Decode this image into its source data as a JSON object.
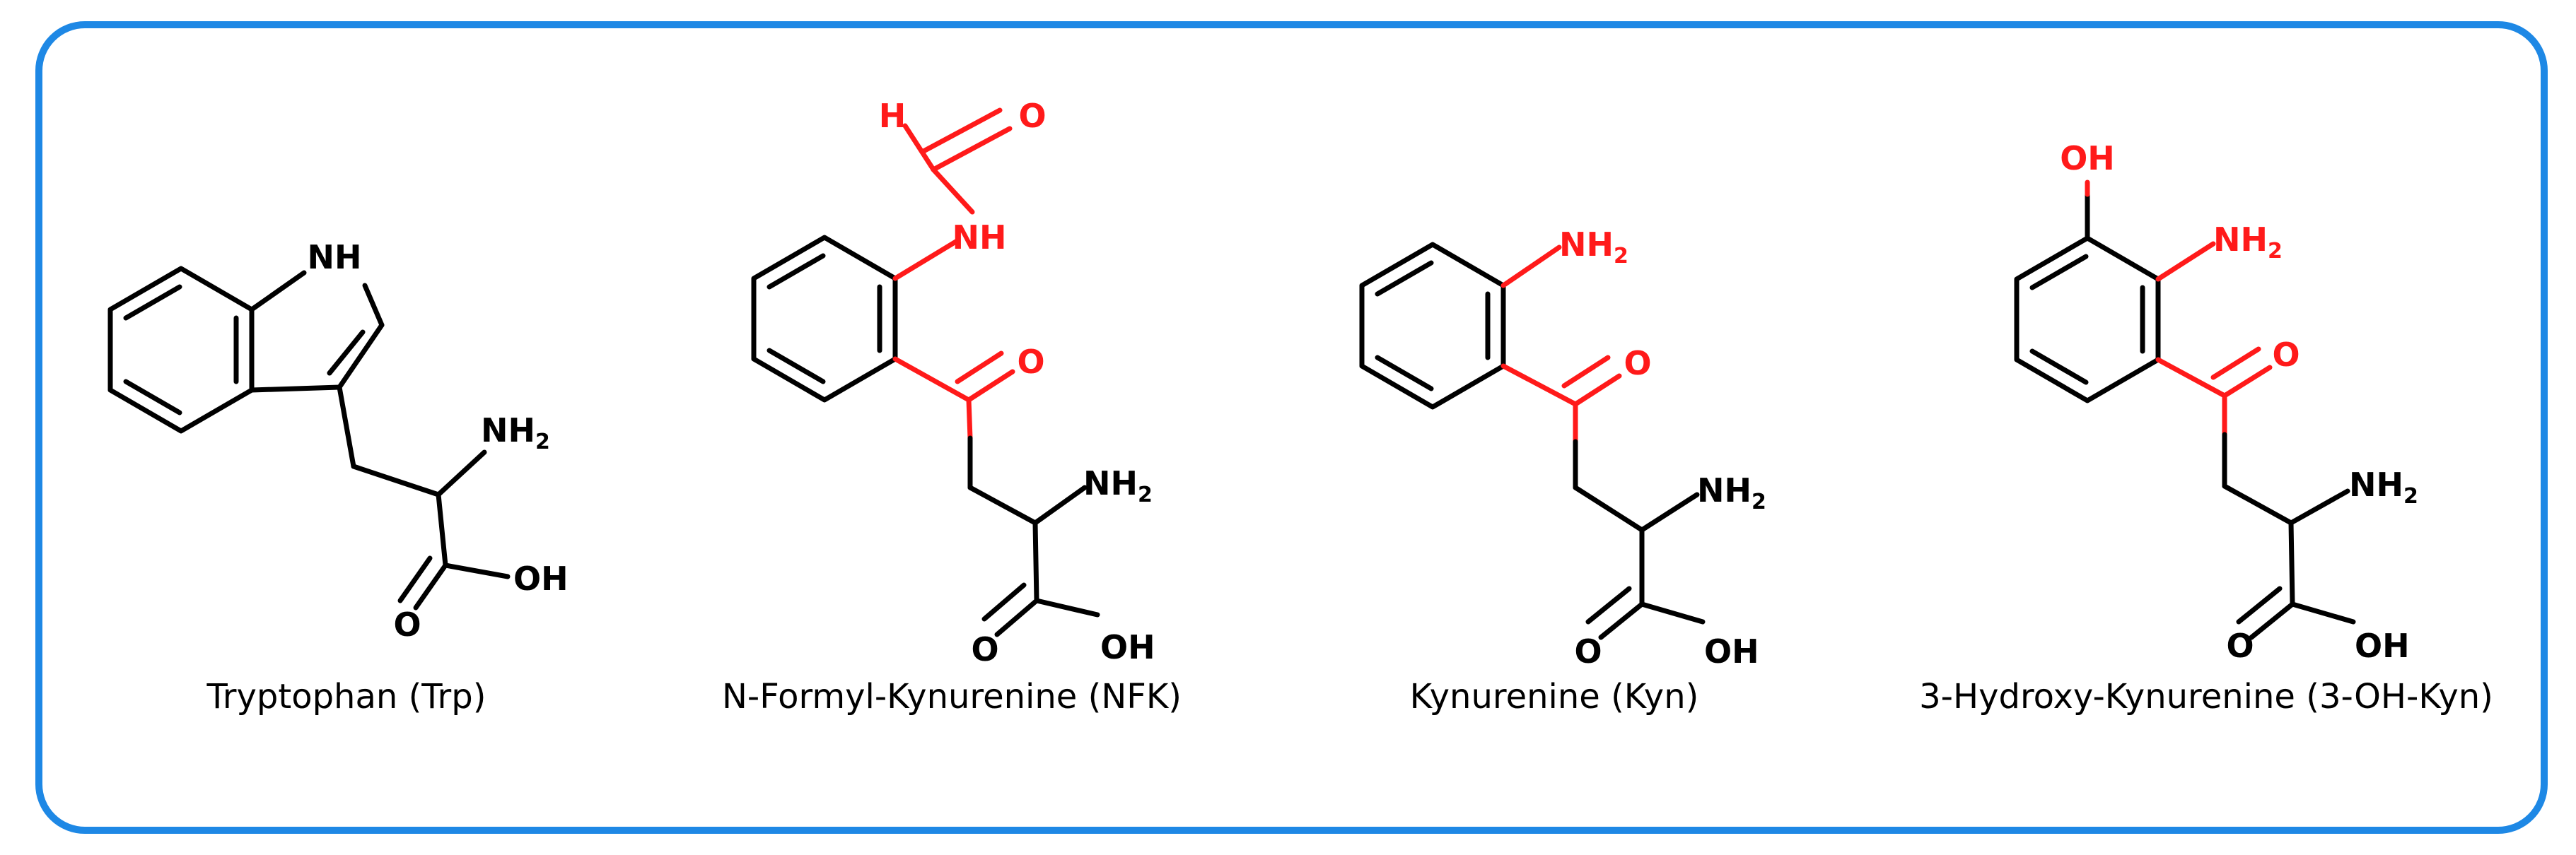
{
  "colors": {
    "frame": "#1e88e5",
    "bond": "#000000",
    "highlight": "#ff1a1a"
  },
  "molecules": [
    {
      "name": "Tryptophan (Trp)",
      "atoms": {
        "nh": "NH",
        "nh2": "NH",
        "nh2_sub": "2",
        "o": "O",
        "oh": "OH"
      }
    },
    {
      "name": "N-Formyl-Kynurenine (NFK)",
      "atoms": {
        "h": "H",
        "o_formyl": "O",
        "nh": "NH",
        "o_keto": "O",
        "nh2": "NH",
        "nh2_sub": "2",
        "o": "O",
        "oh": "OH"
      }
    },
    {
      "name": "Kynurenine (Kyn)",
      "atoms": {
        "nh2_aryl": "NH",
        "nh2_aryl_sub": "2",
        "o_keto": "O",
        "nh2": "NH",
        "nh2_sub": "2",
        "o": "O",
        "oh": "OH"
      }
    },
    {
      "name": "3-Hydroxy-Kynurenine (3-OH-Kyn)",
      "atoms": {
        "oh_aryl": "OH",
        "nh2_aryl": "NH",
        "nh2_aryl_sub": "2",
        "o_keto": "O",
        "nh2": "NH",
        "nh2_sub": "2",
        "o": "O",
        "oh": "OH"
      }
    }
  ]
}
